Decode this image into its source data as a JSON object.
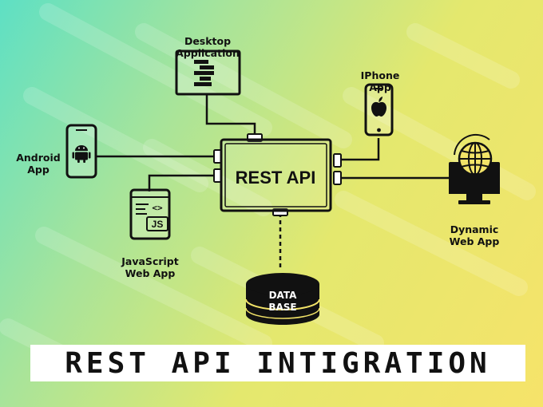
{
  "diagram": {
    "central_node": "REST API",
    "database_label": "DATA\nBASE",
    "nodes": [
      {
        "id": "desktop",
        "label": "Desktop\nApplication",
        "icon": "desktop-monitor-icon"
      },
      {
        "id": "iphone",
        "label": "IPhone\nApp",
        "icon": "apple-logo-icon"
      },
      {
        "id": "android",
        "label": "Android\nApp",
        "icon": "android-robot-icon"
      },
      {
        "id": "javascript",
        "label": "JavaScript\nWeb App",
        "icon": "js-file-icon"
      },
      {
        "id": "dynamic",
        "label": "Dynamic\nWeb App",
        "icon": "globe-monitor-icon"
      }
    ],
    "js_badge": "JS",
    "code_glyph": "<>"
  },
  "banner": {
    "text": "REST API INTIGRATION"
  },
  "colors": {
    "background_start": "#5ee0c4",
    "background_end": "#f6e36a",
    "ink": "#111111"
  }
}
